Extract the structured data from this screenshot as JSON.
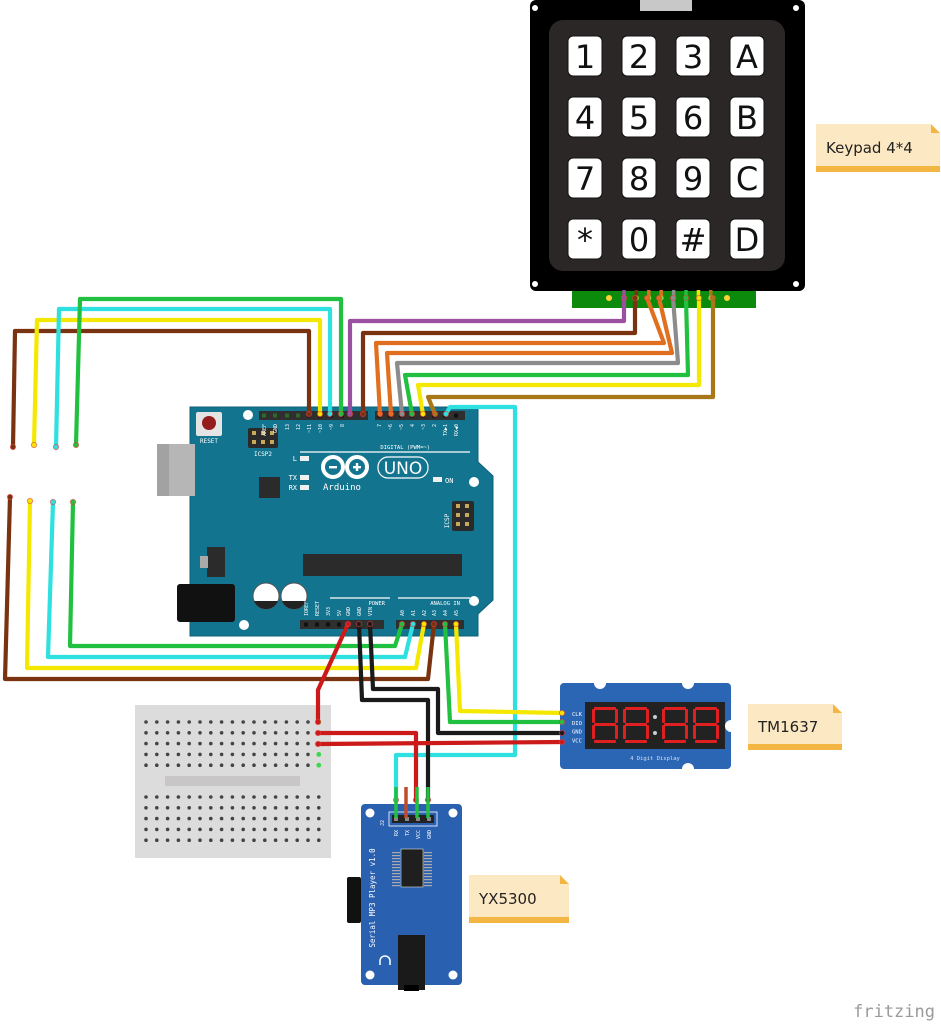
{
  "app": "fritzing",
  "components": {
    "keypad": {
      "label": "Keypad 4*4",
      "keys": [
        [
          "1",
          "2",
          "3",
          "A"
        ],
        [
          "4",
          "5",
          "6",
          "B"
        ],
        [
          "7",
          "8",
          "9",
          "C"
        ],
        [
          "*",
          "0",
          "#",
          "D"
        ]
      ],
      "pin_colors": [
        "#9b4fa0",
        "#7a3310",
        "#e07020",
        "#e07020",
        "#8c8c8c",
        "#22c040",
        "#f5e800",
        "#a87818"
      ]
    },
    "arduino": {
      "name": "Arduino",
      "model": "UNO",
      "reset_label": "RESET",
      "icsp2_label": "ICSP2",
      "icsp_label": "ICSP",
      "digital_label": "DIGITAL (PWM=~)",
      "power_label": "POWER",
      "analog_label": "ANALOG IN",
      "led_labels": [
        "L",
        "TX",
        "RX",
        "ON"
      ],
      "digital_pins": [
        "AREF",
        "GND",
        "13",
        "12",
        "~11",
        "~10",
        "~9",
        "8",
        "7",
        "~6",
        "~5",
        "4",
        "~3",
        "2",
        "TX▶1",
        "RX◀0"
      ],
      "power_pins": [
        "IOREF",
        "RESET",
        "3V3",
        "5V",
        "GND",
        "GND",
        "VIN"
      ],
      "analog_pins": [
        "A0",
        "A1",
        "A2",
        "A3",
        "A4",
        "A5"
      ]
    },
    "tm1637": {
      "label": "TM1637",
      "pins": [
        "CLK",
        "DIO",
        "GND",
        "VCC"
      ],
      "caption": "4 Digit Display",
      "digit_color": "#e02020"
    },
    "yx5300": {
      "label": "YX5300",
      "board_text": "Serial MP3 Player v1.0",
      "header_label": "J2",
      "pins": [
        "RX",
        "TX",
        "VCC",
        "GND"
      ]
    },
    "breadboard": {
      "name": "mini breadboard"
    }
  },
  "wire_colors": {
    "brown": "#7a3310",
    "yellow": "#f5e800",
    "cyan": "#2ee0e0",
    "green": "#22c040",
    "purple": "#9b4fa0",
    "orange": "#e07020",
    "gray": "#8c8c8c",
    "ochre": "#a87818",
    "red": "#cc1a1a",
    "black": "#1a1a1a"
  }
}
